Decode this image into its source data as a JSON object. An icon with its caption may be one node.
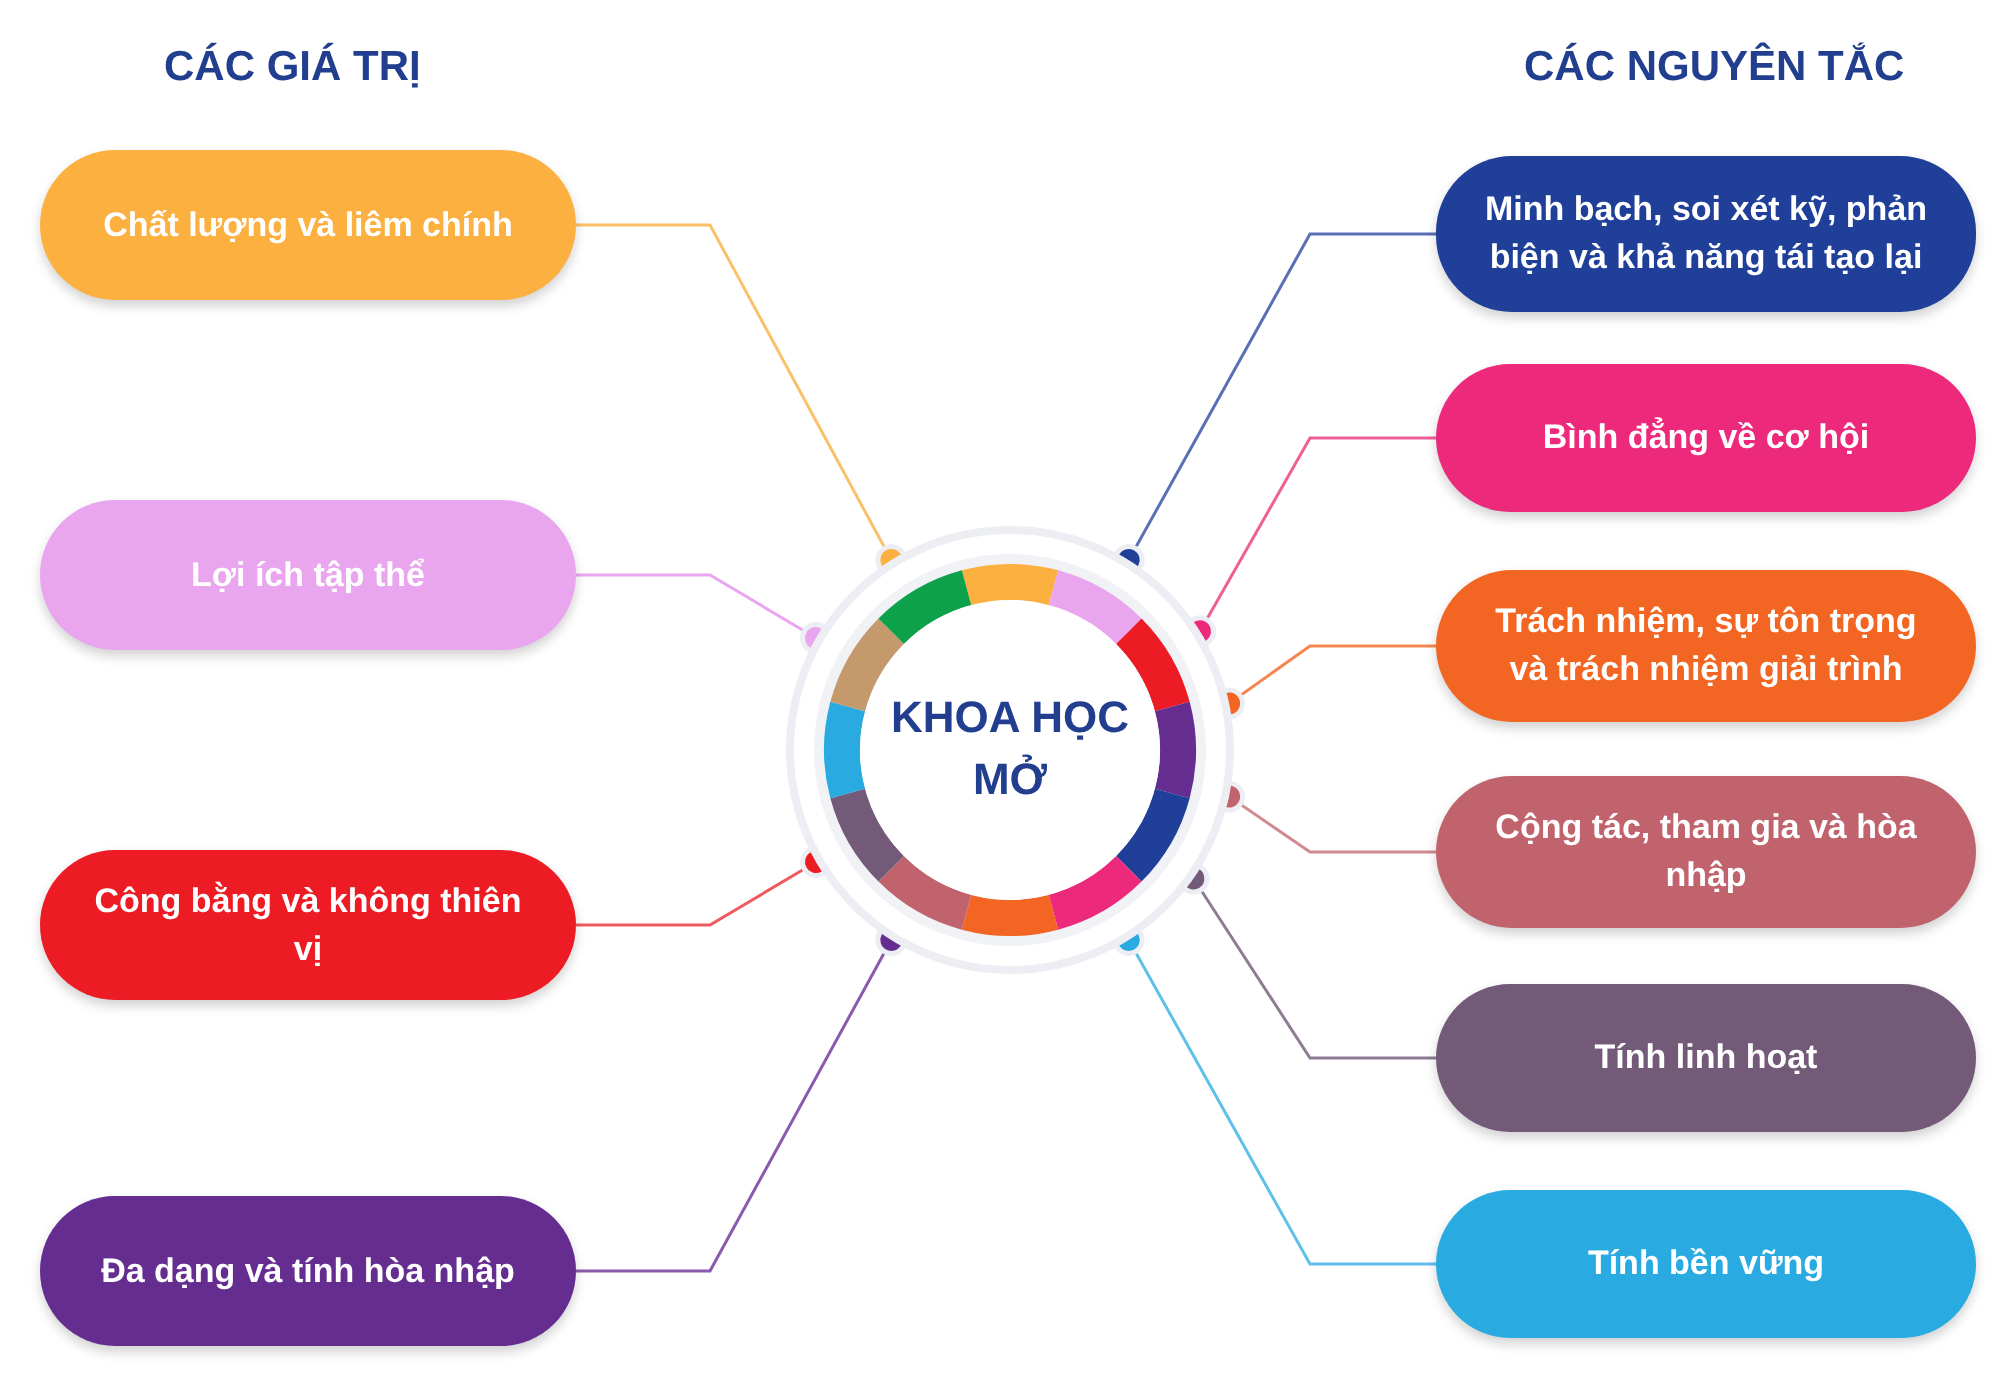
{
  "diagram": {
    "nodes": [
      {
        "text": [
          "KHOA HỌC MỞ"
        ]
      },
      {
        "text": [
          "Chất lượng và liêm chính"
        ]
      },
      {
        "text": [
          "Lợi ích tập thể"
        ]
      },
      {
        "text": [
          "Công bằng và không thiên vị"
        ]
      },
      {
        "text": [
          "Đa dạng và tính hòa nhập"
        ]
      },
      {
        "text": [
          "Minh bạch, soi xét kỹ, phản biện và khả năng tái tạo lại"
        ]
      },
      {
        "text": [
          "Bình đẳng về cơ hội"
        ]
      },
      {
        "text": [
          "Trách nhiệm, sự tôn trọng và trách nhiệm giải trình"
        ]
      },
      {
        "text": [
          "Cộng tác, tham gia và hòa nhập"
        ]
      },
      {
        "text": [
          "Tính linh hoạt"
        ]
      },
      {
        "text": [
          "Tính bền vững"
        ]
      }
    ],
    "edges": [
      {
        "from": 1,
        "to": 0,
        "arrow": "other",
        "color": "#fbc06a"
      },
      {
        "from": 2,
        "to": 0,
        "arrow": "other",
        "color": "#e9a6ef"
      },
      {
        "from": 3,
        "to": 0,
        "arrow": "other",
        "color": "#ef5a5f"
      },
      {
        "from": 4,
        "to": 0,
        "arrow": "other",
        "color": "#8a5aad"
      },
      {
        "from": 5,
        "to": 0,
        "arrow": "other",
        "color": "#5a6fb5"
      },
      {
        "from": 6,
        "to": 0,
        "arrow": "other",
        "color": "#ef5f97"
      },
      {
        "from": 7,
        "to": 0,
        "arrow": "other",
        "color": "#f4874f"
      },
      {
        "from": 8,
        "to": 0,
        "arrow": "other",
        "color": "#d08a90"
      },
      {
        "from": 9,
        "to": 0,
        "arrow": "other",
        "color": "#8f7b93"
      },
      {
        "from": 10,
        "to": 0,
        "arrow": "other",
        "color": "#5fc0ea"
      }
    ],
    "labels": [
      "CÁC GIÁ TRỊ",
      "CÁC NGUYÊN TẮC"
    ]
  }
}
